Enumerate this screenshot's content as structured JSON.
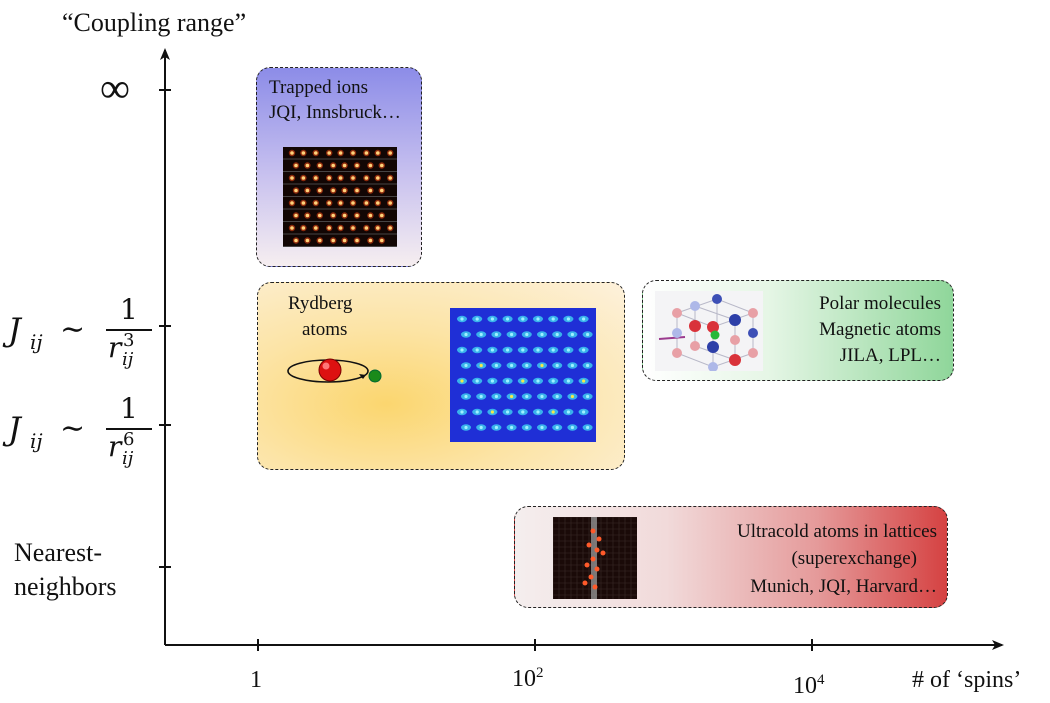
{
  "y_axis": {
    "title": "“Coupling range”",
    "infinity": "∞",
    "nearest_line1": "Nearest-",
    "nearest_line2": "neighbors"
  },
  "x_axis": {
    "title": "# of ‘spins’",
    "tick_1": "1",
    "tick_2_base": "10",
    "tick_2_exp": "2",
    "tick_3_base": "10",
    "tick_3_exp": "4"
  },
  "equations": {
    "j": "J",
    "j_sub": "ij",
    "sim": "∼",
    "one": "1",
    "r": "r",
    "r_sub": "ij",
    "exp_3": "3",
    "exp_6": "6"
  },
  "boxes": {
    "ions": {
      "line1": "Trapped ions",
      "line2": "JQI, Innsbruck…",
      "color": "#8c8ce8"
    },
    "rydberg": {
      "line1": "Rydberg",
      "line2": "atoms",
      "color": "#f9d77a"
    },
    "polar": {
      "line1": "Polar molecules",
      "line2": "Magnetic atoms",
      "line3": "JILA, LPL…",
      "color": "#7fd08a"
    },
    "ultracold": {
      "line1": "Ultracold atoms in lattices",
      "line2": "(superexchange)",
      "line3": "Munich, JQI, Harvard…",
      "color": "#d84a4a"
    }
  }
}
